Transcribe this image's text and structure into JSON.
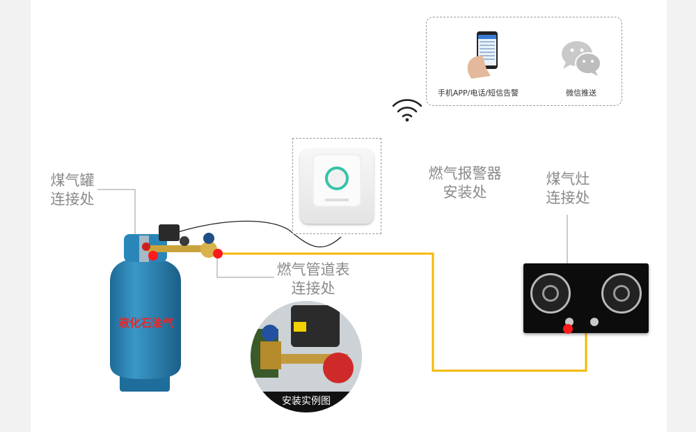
{
  "labels": {
    "cylinder_connection": [
      "煤气罐",
      "连接处"
    ],
    "meter_connection": [
      "燃气管道表",
      "连接处"
    ],
    "alarm_install": [
      "燃气报警器",
      "安装处"
    ],
    "stove_connection": [
      "煤气灶",
      "连接处"
    ],
    "cylinder_text": "液化石油气",
    "inset_caption": "安装实例图"
  },
  "alert_panel": {
    "phone_caption": "手机APP/电话/短信告警",
    "wechat_caption": "微信推送"
  },
  "colors": {
    "pipe": "#f6b800",
    "cylinder": "#2e86b4",
    "red_marker": "#ff1b1b",
    "label_gray": "#8a8a8a"
  },
  "icons": [
    "wifi-icon",
    "phone-icon",
    "wechat-icon"
  ]
}
